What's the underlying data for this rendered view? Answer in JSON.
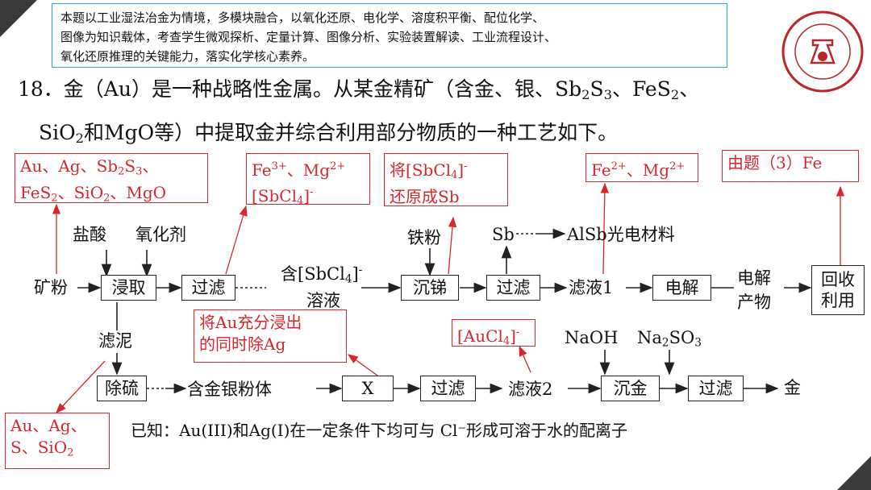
{
  "intro": {
    "line1": "本题以工业湿法冶金为情境，多模块融合，以氧化还原、电化学、溶度积平衡、配位化学、",
    "line2": "图像为知识载体，考查学生微观探析、定量计算、图像分析、实验装置解读、工业流程设计、",
    "line3": "氧化还原推理的关键能力，落实化学核心素养。"
  },
  "question": {
    "l1_a": "18．金（Au）是一种战略性金属。从某金精矿（含金、银、Sb",
    "l1_s1": "2",
    "l1_b": "S",
    "l1_s2": "3",
    "l1_c": "、FeS",
    "l1_s3": "2",
    "l1_d": "、",
    "l2_a": "SiO",
    "l2_s1": "2",
    "l2_b": "和MgO等）中提取金并综合利用部分物质的一种工艺如下。"
  },
  "flow": {
    "kuangfen": "矿粉",
    "yansuan": "盐酸",
    "yanghuaji": "氧化剂",
    "jinqu": "浸取",
    "guolv1": "过滤",
    "sbcl4_a": "含[SbCl",
    "sbcl4_s": "4",
    "sbcl4_sup": "-",
    "sbcl4_b": "溶液",
    "tiefen": "铁粉",
    "chenti": "沉锑",
    "guolv2": "过滤",
    "sb": "Sb",
    "alsb": "AlSb光电材料",
    "lvye1": "滤液1",
    "dianjie": "电解",
    "dianjie_chanwu_a": "电解",
    "dianjie_chanwu_b": "产物",
    "huishou_a": "回收",
    "huishou_b": "利用",
    "luni": "滤泥",
    "chuliu": "除硫",
    "hanjin": "含金银粉体",
    "x": "X",
    "guolv3": "过滤",
    "lvye2": "滤液2",
    "naoh": "NaOH",
    "na2so3_a": "Na",
    "na2so3_s1": "2",
    "na2so3_b": "SO",
    "na2so3_s2": "3",
    "chenjin": "沉金",
    "guolv4": "过滤",
    "jin": "金"
  },
  "notes": {
    "ore_a": "Au、Ag、Sb",
    "ore_s1": "2",
    "ore_b": "S",
    "ore_s2": "3",
    "ore_c": "、",
    "ore_d": "FeS",
    "ore_s3": "2",
    "ore_e": "、SiO",
    "ore_s4": "2",
    "ore_f": "、MgO",
    "ions_a": "Fe",
    "ions_sup1": "3+",
    "ions_b": "、Mg",
    "ions_sup2": "2+",
    "ions_c": "[SbCl",
    "ions_s": "4",
    "ions_sup3": "-",
    "ions_d": "]",
    "reduce_a": "将[SbCl",
    "reduce_s": "4",
    "reduce_b": "]",
    "reduce_sup": "-",
    "reduce_c": "还原成Sb",
    "fe2_a": "Fe",
    "fe2_sup1": "2+",
    "fe2_b": "、Mg",
    "fe2_sup2": "2+",
    "fe_q3": "由题（3）Fe",
    "leach_a": "将Au充分浸出",
    "leach_b": "的同时除Ag",
    "aucl4_a": "[AuCl",
    "aucl4_s": "4",
    "aucl4_b": "]",
    "aucl4_sup": "-",
    "sludge_a": "Au、Ag、",
    "sludge_b": "S、SiO",
    "sludge_s": "2"
  },
  "known": "已知：Au(III)和Ag(I)在一定条件下均可与 Cl⁻形成可溶于水的配离子",
  "colors": {
    "accent_red": "#d8262b",
    "intro_border": "#2aa3c7",
    "corner": "#3a3a3a"
  }
}
